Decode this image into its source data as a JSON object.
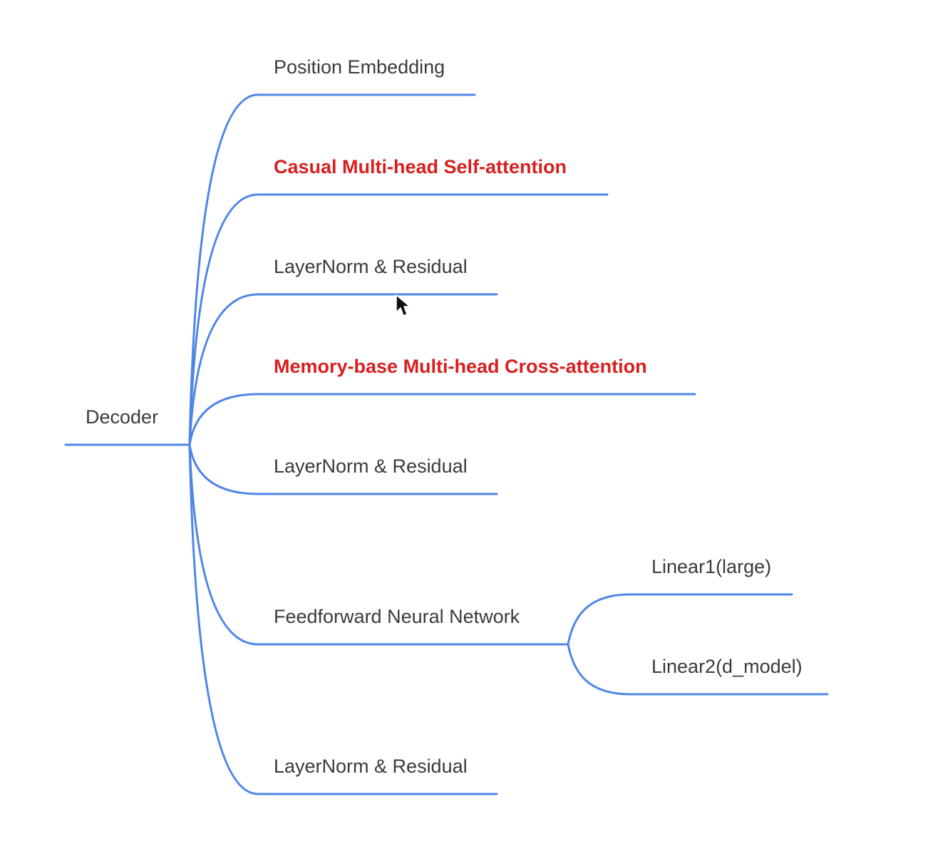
{
  "colors": {
    "line": "#4f86e6",
    "text": "#3a3a3a",
    "highlight": "#d71f1f",
    "cursor": "#111111"
  },
  "root": {
    "label": "Decoder"
  },
  "branches": [
    {
      "id": "position-embedding",
      "label": "Position Embedding",
      "highlight": false
    },
    {
      "id": "casual-self-attention",
      "label": "Casual Multi-head Self-attention",
      "highlight": true
    },
    {
      "id": "layernorm-residual-1",
      "label": "LayerNorm & Residual",
      "highlight": false
    },
    {
      "id": "cross-attention",
      "label": "Memory-base Multi-head Cross-attention",
      "highlight": true
    },
    {
      "id": "layernorm-residual-2",
      "label": "LayerNorm & Residual",
      "highlight": false
    },
    {
      "id": "feedforward",
      "label": "Feedforward Neural Network",
      "highlight": false,
      "children": [
        {
          "id": "linear1",
          "label": "Linear1(large)",
          "highlight": false
        },
        {
          "id": "linear2",
          "label": "Linear2(d_model)",
          "highlight": false
        }
      ]
    },
    {
      "id": "layernorm-residual-3",
      "label": "LayerNorm & Residual",
      "highlight": false
    }
  ],
  "cursor_icon": "mouse-pointer-icon"
}
